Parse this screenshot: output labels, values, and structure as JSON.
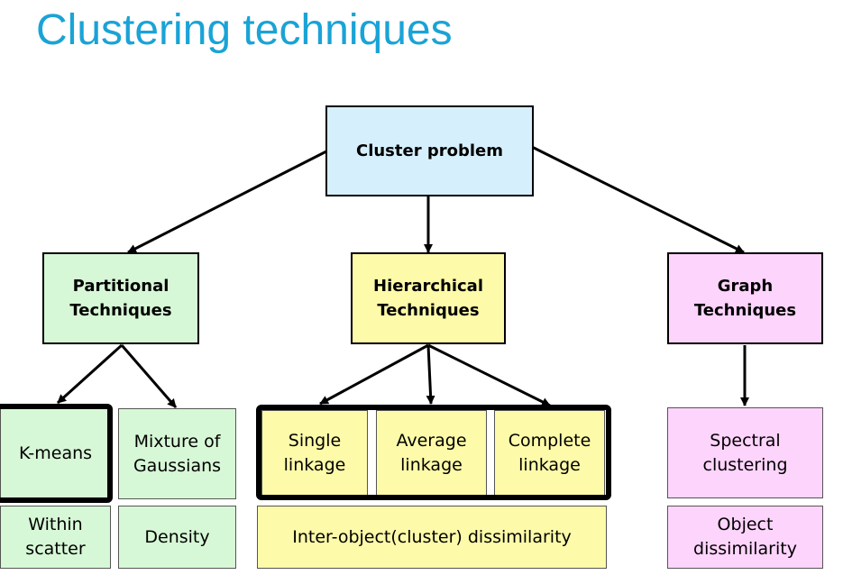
{
  "title": "Clustering techniques",
  "nodes": {
    "cluster_problem": "Cluster problem",
    "partitional": "Partitional\nTechniques",
    "hierarchical": "Hierarchical\nTechniques",
    "graph": "Graph\nTechniques",
    "kmeans": "K-means",
    "mixture": "Mixture of\nGaussians",
    "single": "Single\nlinkage",
    "average": "Average\nlinkage",
    "complete": "Complete\nlinkage",
    "spectral": "Spectral\nclustering",
    "within_scatter": "Within\nscatter",
    "density": "Density",
    "inter_object": "Inter-object(cluster) dissimilarity",
    "object_dissimilarity": "Object\ndissimilarity"
  },
  "colors": {
    "title": "#1aa3d6",
    "blue": "#d6effc",
    "green": "#d7f8d6",
    "yellow": "#fdfaa9",
    "pink": "#fdd4fb"
  }
}
